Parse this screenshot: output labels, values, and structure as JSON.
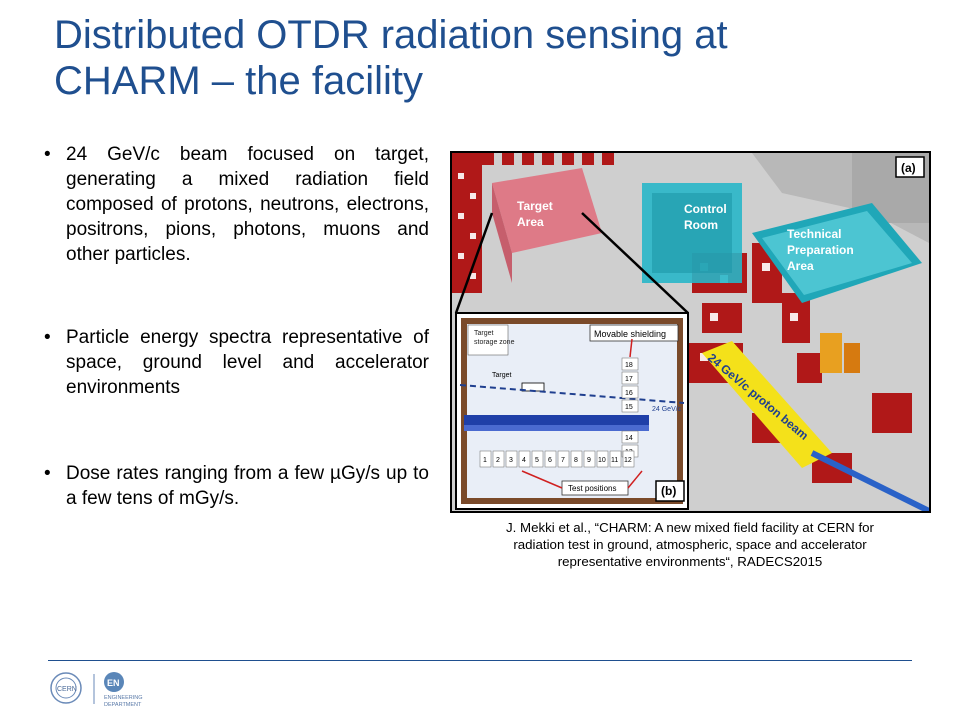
{
  "slide": {
    "title_line1": "Distributed OTDR radiation sensing at",
    "title_line2": "CHARM – the facility"
  },
  "bullets": [
    "24 GeV/c beam focused on target, generating a mixed radiation field composed of protons, neutrons, electrons, positrons, pions, photons, muons and other particles.",
    "Particle energy spectra representative of space, ground level and accelerator environments",
    "Dose rates ranging from a few µGy/s up to a few tens of mGy/s."
  ],
  "figure": {
    "panel_a_tag": "(a)",
    "panel_b_tag": "(b)",
    "label_target_area": [
      "Target",
      "Area"
    ],
    "label_control_room": [
      "Control",
      "Room"
    ],
    "label_tech_prep": [
      "Technical",
      "Preparation",
      "Area"
    ],
    "label_beam": "24 GeV/c proton beam",
    "inset": {
      "target_storage": [
        "Target",
        "storage zone"
      ],
      "movable_shielding": "Movable shielding",
      "target": "Target",
      "beam_label": "24 GeV/c",
      "test_positions": "Test positions",
      "column_numbers": [
        "18",
        "17",
        "16",
        "15",
        "14",
        "13"
      ],
      "row_numbers": [
        "1",
        "2",
        "3",
        "4",
        "5",
        "6",
        "7",
        "8",
        "9",
        "10",
        "11",
        "12"
      ]
    }
  },
  "caption": {
    "line1": "J. Mekki et al., “CHARM: A new mixed field facility at CERN for",
    "line2": "radiation test in ground, atmospheric, space and accelerator",
    "line3": "representative environments“, RADECS2015"
  },
  "footer": {
    "logo_cern": "CERN",
    "logo_en": "EN",
    "dept_line1": "ENGINEERING",
    "dept_line2": "DEPARTMENT"
  },
  "colors": {
    "title": "#1f4f8f",
    "accent_red": "#b01818",
    "accent_cyan": "#28b6c8",
    "beam_yellow": "#f4e11a"
  }
}
